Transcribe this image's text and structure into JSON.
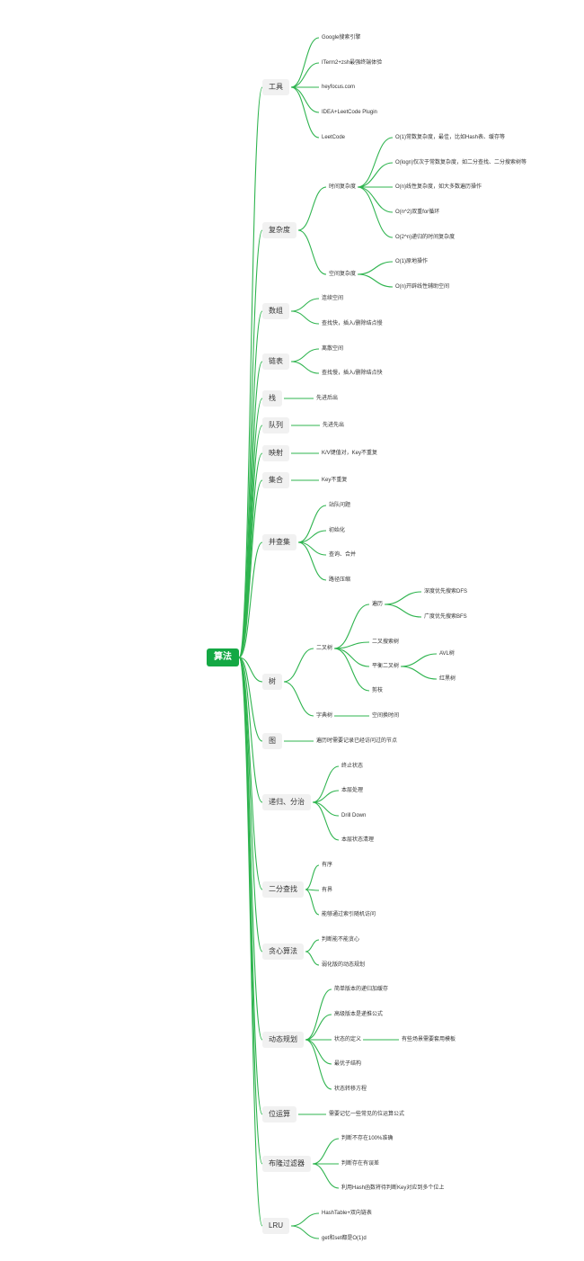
{
  "mindmap": {
    "root": "算法",
    "branches": [
      {
        "label": "工具",
        "children": [
          {
            "label": "Google搜索引擎"
          },
          {
            "label": "ITerm2+zsh最强终端体验"
          },
          {
            "label": "heyfocus.com"
          },
          {
            "label": "IDEA+LeetCode Plugin"
          },
          {
            "label": "LeetCode"
          }
        ]
      },
      {
        "label": "复杂度",
        "children": [
          {
            "label": "时间复杂度",
            "children": [
              {
                "label": "O(1)常数复杂度，最佳，比如Hash表、缓存等"
              },
              {
                "label": "O(logn)仅次于常数复杂度，如二分查找、二分搜索树等"
              },
              {
                "label": "O(n)线性复杂度，如大多数遍历操作"
              },
              {
                "label": "O(n^2)双重for循环"
              },
              {
                "label": "O(2^n)递归的时间复杂度"
              }
            ]
          },
          {
            "label": "空间复杂度",
            "children": [
              {
                "label": "O(1)原地操作"
              },
              {
                "label": "O(n)开辟线性辅助空间"
              }
            ]
          }
        ]
      },
      {
        "label": "数组",
        "children": [
          {
            "label": "连续空间"
          },
          {
            "label": "查找快，插入/删除结点慢"
          }
        ]
      },
      {
        "label": "链表",
        "children": [
          {
            "label": "离散空间"
          },
          {
            "label": "查找慢，插入/删除结点快"
          }
        ]
      },
      {
        "label": "栈",
        "children": [
          {
            "label": "先进后出"
          }
        ]
      },
      {
        "label": "队列",
        "children": [
          {
            "label": "先进先出"
          }
        ]
      },
      {
        "label": "映射",
        "children": [
          {
            "label": "K/V键值对，Key不重复"
          }
        ]
      },
      {
        "label": "集合",
        "children": [
          {
            "label": "Key不重复"
          }
        ]
      },
      {
        "label": "并查集",
        "children": [
          {
            "label": "站队问题"
          },
          {
            "label": "初始化"
          },
          {
            "label": "查询、合并"
          },
          {
            "label": "路径压缩"
          }
        ]
      },
      {
        "label": "树",
        "children": [
          {
            "label": "二叉树",
            "children": [
              {
                "label": "遍历",
                "children": [
                  {
                    "label": "深度优先搜索DFS"
                  },
                  {
                    "label": "广度优先搜索BFS"
                  }
                ]
              },
              {
                "label": "二叉搜索树"
              },
              {
                "label": "平衡二叉树",
                "children": [
                  {
                    "label": "AVL树"
                  },
                  {
                    "label": "红黑树"
                  }
                ]
              },
              {
                "label": "剪枝"
              }
            ]
          },
          {
            "label": "字典树",
            "children": [
              {
                "label": "空间换时间"
              }
            ]
          }
        ]
      },
      {
        "label": "图",
        "children": [
          {
            "label": "遍历时需要记录已经访问过的节点"
          }
        ]
      },
      {
        "label": "递归、分治",
        "children": [
          {
            "label": "终止状态"
          },
          {
            "label": "本层处理"
          },
          {
            "label": "Drill Down"
          },
          {
            "label": "本层状态清理"
          }
        ]
      },
      {
        "label": "二分查找",
        "children": [
          {
            "label": "有序"
          },
          {
            "label": "有界"
          },
          {
            "label": "能够通过索引随机访问"
          }
        ]
      },
      {
        "label": "贪心算法",
        "children": [
          {
            "label": "判断能不能贪心"
          },
          {
            "label": "弱化版的动态规划"
          }
        ]
      },
      {
        "label": "动态规划",
        "children": [
          {
            "label": "简单版本的递归加缓存"
          },
          {
            "label": "高级版本是递推公式"
          },
          {
            "label": "状态的定义",
            "children": [
              {
                "label": "有些场景需要套用模板"
              }
            ]
          },
          {
            "label": "最优子结构"
          },
          {
            "label": "状态转移方程"
          }
        ]
      },
      {
        "label": "位运算",
        "children": [
          {
            "label": "需要记忆一些常见的位运算公式"
          }
        ]
      },
      {
        "label": "布隆过滤器",
        "children": [
          {
            "label": "判断不存在100%准确"
          },
          {
            "label": "判断存在有误差"
          },
          {
            "label": "利用Hash函数将待判断Key对应到多个位上"
          }
        ]
      },
      {
        "label": "LRU",
        "children": [
          {
            "label": "HashTable+双向链表"
          },
          {
            "label": "get和set都是O(1)d"
          }
        ]
      }
    ]
  }
}
